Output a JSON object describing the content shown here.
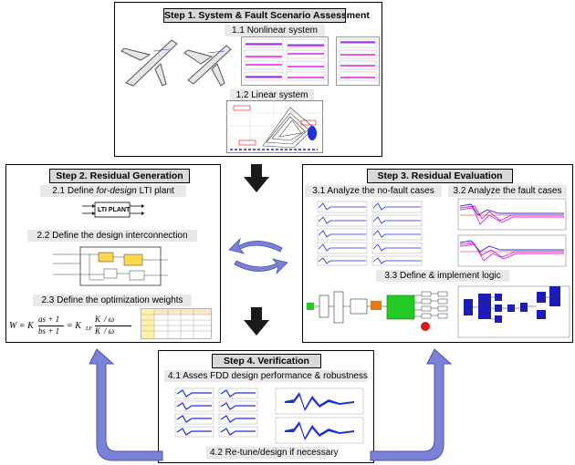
{
  "step1": {
    "title": "Step 1. System & Fault Scenario Assessment",
    "sub1": "1.1 Nonlinear system",
    "sub2": "1.2 Linear system"
  },
  "step2": {
    "title": "Step 2. Residual Generation",
    "sub1_prefix": "2.1 Define ",
    "sub1_italic": "for-design",
    "sub1_suffix": " LTI plant",
    "sub2": "2.2 Define the design interconnection",
    "sub3": "2.3 Define the optimization weights",
    "plant_label": "LTI PLANT",
    "formula_w": "W = K",
    "formula_frac1_num": "as + 1",
    "formula_frac1_den": "bs + 1",
    "formula_eq": "= K",
    "formula_sub": "LF",
    "formula_frac2_num": "K",
    "formula_frac2_den": "K",
    "formula_frac3_num": "/ ω",
    "formula_frac3_den": "/ ω"
  },
  "step3": {
    "title": "Step 3. Residual Evaluation",
    "sub1": "3.1 Analyze the no-fault cases",
    "sub2": "3.2 Analyze the fault cases",
    "sub3": "3.3 Define & implement logic"
  },
  "step4": {
    "title": "Step 4. Verification",
    "sub1": "4.1 Asses FDD design performance & robustness",
    "sub2": "4.2 Re-tune/design if necessary"
  },
  "colors": {
    "arrow_blue": "#7b82d6",
    "arrow_black": "#1a1a1a",
    "plot_magenta": "#e020e0",
    "plot_blue": "#1d2fe0",
    "block_blue": "#1c1cb8",
    "block_green": "#22cc22",
    "block_orange": "#e07a18",
    "block_red": "#e01818"
  }
}
